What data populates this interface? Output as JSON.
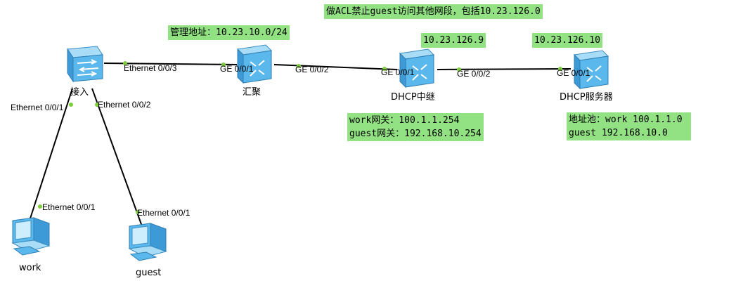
{
  "notes": {
    "acl_note": "做ACL禁止guest访问其他网段，包括10.23.126.0",
    "mgmt_note": "管理地址：10.23.10.0/24",
    "relay_ip": "10.23.126.9",
    "server_ip": "10.23.126.10",
    "relay_gw": [
      "work网关：100.1.1.254",
      "guest网关：192.168.10.254"
    ],
    "server_pool": [
      "地址池：work 100.1.1.0",
      "guest 192.168.10.0"
    ]
  },
  "devices": {
    "access": "接入",
    "aggregation": "汇聚",
    "relay": "DHCP中继",
    "server": "DHCP服务器",
    "work": "work",
    "guest": "guest"
  },
  "ports": {
    "access_to_agg": "Ethernet 0/0/3",
    "agg_from_access": "GE 0/0/1",
    "agg_to_relay": "GE 0/0/2",
    "relay_from_agg": "GE 0/0/1",
    "relay_to_server": "GE 0/0/2",
    "server_from_relay": "GE 0/0/1",
    "access_to_work": "Ethernet 0/0/1",
    "access_to_guest": "Ethernet 0/0/2",
    "work_port": "Ethernet 0/0/1",
    "guest_port": "Ethernet 0/0/1"
  },
  "colors": {
    "note_bg": "#92e283",
    "link": "#000000",
    "port_dot": "#7ccd3a",
    "device_blue": "#5bb8ec"
  }
}
